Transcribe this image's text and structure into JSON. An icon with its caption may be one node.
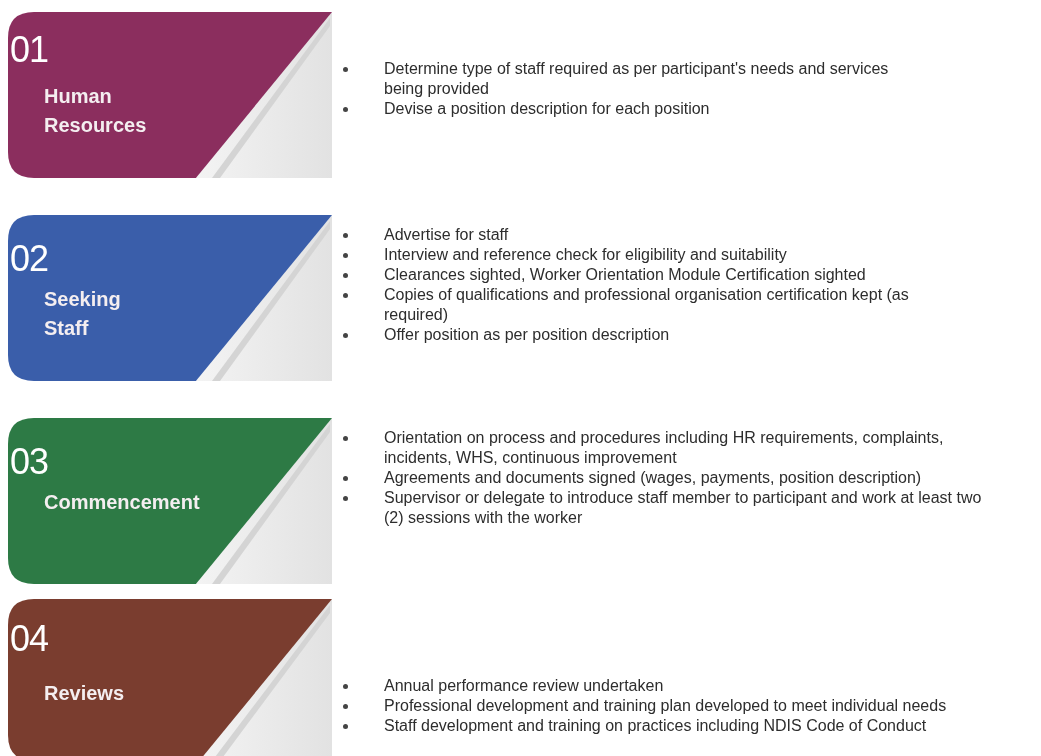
{
  "diagram": {
    "nodes": [
      {
        "text": [
          "01",
          "Human Resources"
        ],
        "beside": [
          "Determine type of staff required as per participant's needs and services being provided",
          "Devise a position description for each position"
        ]
      },
      {
        "text": [
          "02",
          "Seeking Staff"
        ],
        "beside": [
          "Advertise for staff",
          "Interview and reference check for eligibility and suitability",
          "Clearances sighted, Worker Orientation Module Certification sighted",
          "Copies of qualifications and professional organisation certification kept (as required)",
          "Offer position as per position description"
        ]
      },
      {
        "text": [
          "03",
          "Commencement"
        ],
        "beside": [
          "Orientation on process and procedures including HR requirements, complaints, incidents, WHS, continuous improvement",
          "Agreements and documents signed (wages, payments, position description)",
          "Supervisor or delegate to introduce staff member to participant and work at least two (2) sessions with the worker"
        ]
      },
      {
        "text": [
          "04",
          "Reviews"
        ],
        "beside": [
          "Annual performance review undertaken",
          "Professional development and training plan developed to meet individual needs",
          "Staff development and training on practices including NDIS Code of Conduct"
        ]
      }
    ]
  }
}
